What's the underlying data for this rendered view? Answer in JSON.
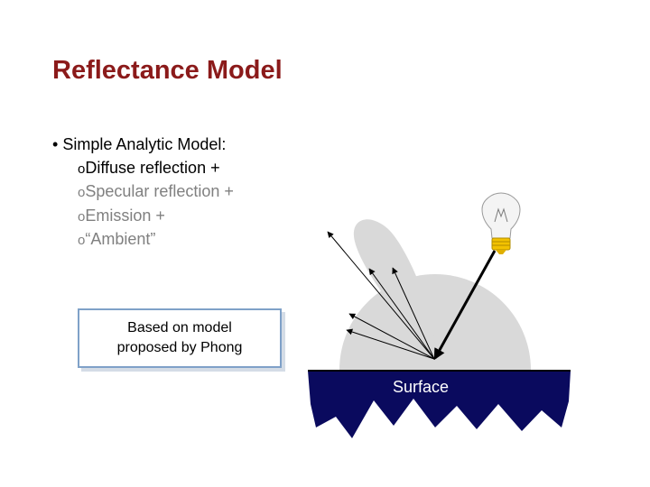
{
  "title": "Reflectance Model",
  "bullet": {
    "marker": "•",
    "text": "Simple Analytic Model:",
    "items": [
      {
        "marker": "o",
        "text": "Diffuse reflection +",
        "style": "normal"
      },
      {
        "marker": "o",
        "text": "Specular reflection +",
        "style": "dim"
      },
      {
        "marker": "o",
        "text": "Emission +",
        "style": "dim"
      },
      {
        "marker": "o",
        "text": "“Ambient”",
        "style": "dim"
      }
    ]
  },
  "callout": {
    "line1": "Based on model",
    "line2": "proposed by Phong"
  },
  "diagram": {
    "surface_label": "Surface",
    "icons": [
      "light-bulb-icon"
    ],
    "colors": {
      "title": "#8b1a1a",
      "lobe": "#d9d9d9",
      "surface": "#0a0a5e",
      "callout_border": "#7fa1c8",
      "dim_text": "#808080"
    }
  }
}
